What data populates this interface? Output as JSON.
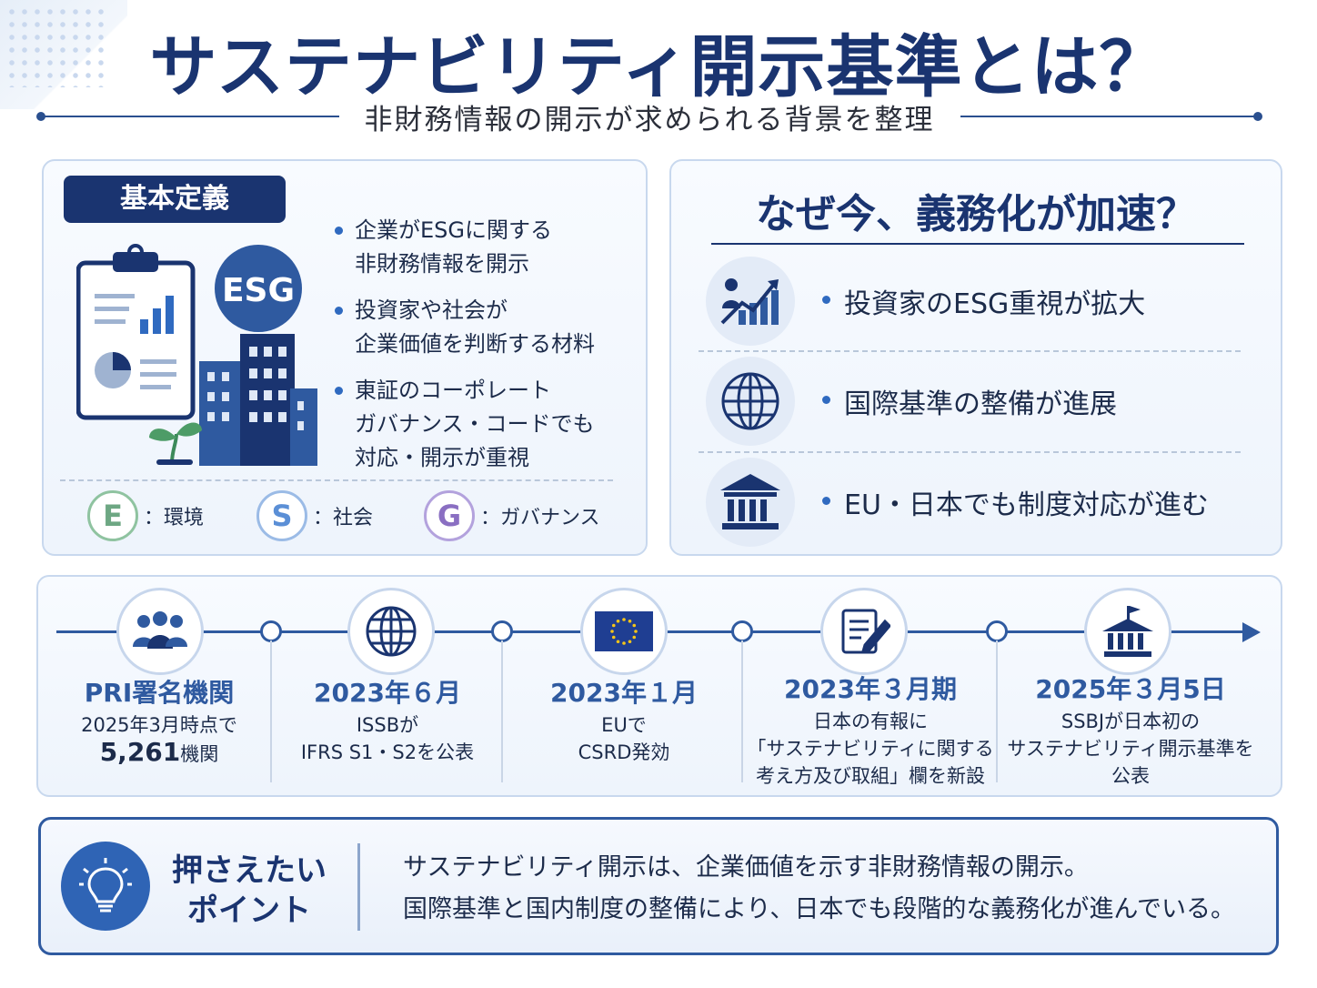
{
  "title": "サステナビリティ開示基準とは？",
  "subtitle": "非財務情報の開示が求められる背景を整理",
  "definition": {
    "tag": "基本定義",
    "esg_badge": "ESG",
    "bullets": [
      {
        "lines": [
          "企業がESGに関する",
          "非財務情報を開示"
        ]
      },
      {
        "lines": [
          "投資家や社会が",
          "企業価値を判断する材料"
        ]
      },
      {
        "lines": [
          "東証のコーポレート",
          "ガバナンス・コードでも",
          "対応・開示が重視"
        ]
      }
    ],
    "legend": [
      {
        "letter": "E",
        "label": "：環境",
        "color": "#6da783"
      },
      {
        "letter": "S",
        "label": "：社会",
        "color": "#5b8fd6"
      },
      {
        "letter": "G",
        "label": "：ガバナンス",
        "color": "#8a6fc2"
      }
    ]
  },
  "why": {
    "title": "なぜ今、義務化が加速？",
    "items": [
      {
        "icon": "growth-chart-icon",
        "text": "投資家のESG重視が拡大"
      },
      {
        "icon": "globe-icon",
        "text": "国際基準の整備が進展"
      },
      {
        "icon": "government-building-icon",
        "text": "EU・日本でも制度対応が進む"
      }
    ]
  },
  "timeline": [
    {
      "icon": "people-group-icon",
      "date": "PRI署名機関",
      "lines": [
        "2025年3月時点で"
      ],
      "big": "5,261",
      "big_suffix": "機関"
    },
    {
      "icon": "globe-icon",
      "date": "2023年６月",
      "lines": [
        "ISSBが",
        "IFRS S1・S2を公表"
      ]
    },
    {
      "icon": "eu-flag-icon",
      "date": "2023年１月",
      "lines": [
        "EUで",
        "CSRD発効"
      ]
    },
    {
      "icon": "document-edit-icon",
      "date": "2023年３月期",
      "lines": [
        "日本の有報に",
        "「サステナビリティに関する",
        "考え方及び取組」欄を新設"
      ]
    },
    {
      "icon": "flag-building-icon",
      "date": "2025年３月5日",
      "lines": [
        "SSBJが日本初の",
        "サステナビリティ開示基準を",
        "公表"
      ]
    }
  ],
  "point": {
    "label_lines": [
      "押さえたい",
      "ポイント"
    ],
    "text_lines": [
      "サステナビリティ開示は、企業価値を示す非財務情報の開示。",
      "国際基準と国内制度の整備により、日本でも段階的な義務化が進んでいる。"
    ]
  },
  "colors": {
    "navy": "#1a3470",
    "accent": "#2f5aa0"
  }
}
